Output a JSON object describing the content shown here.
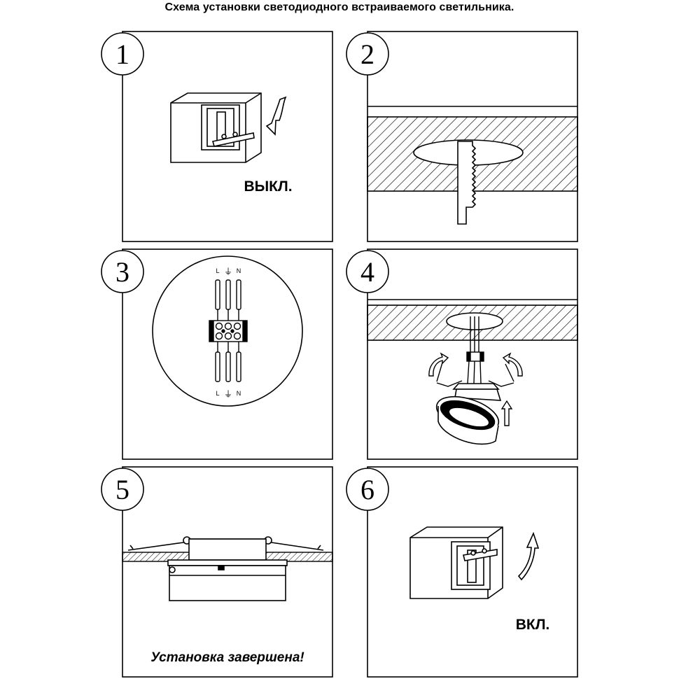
{
  "title": "Схема установки светодиодного встраиваемого светильника.",
  "steps": [
    {
      "number": "1",
      "label": "ВЫКЛ."
    },
    {
      "number": "2",
      "label": ""
    },
    {
      "number": "3",
      "label": ""
    },
    {
      "number": "4",
      "label": ""
    },
    {
      "number": "5",
      "label": "Установка завершена!"
    },
    {
      "number": "6",
      "label": "ВКЛ."
    }
  ],
  "wiring": {
    "top_labels": [
      "L",
      "⏚",
      "N"
    ],
    "bottom_labels": [
      "L",
      "⏚",
      "N"
    ]
  },
  "colors": {
    "line": "#000000",
    "background": "#ffffff",
    "hatch": "#000000"
  }
}
